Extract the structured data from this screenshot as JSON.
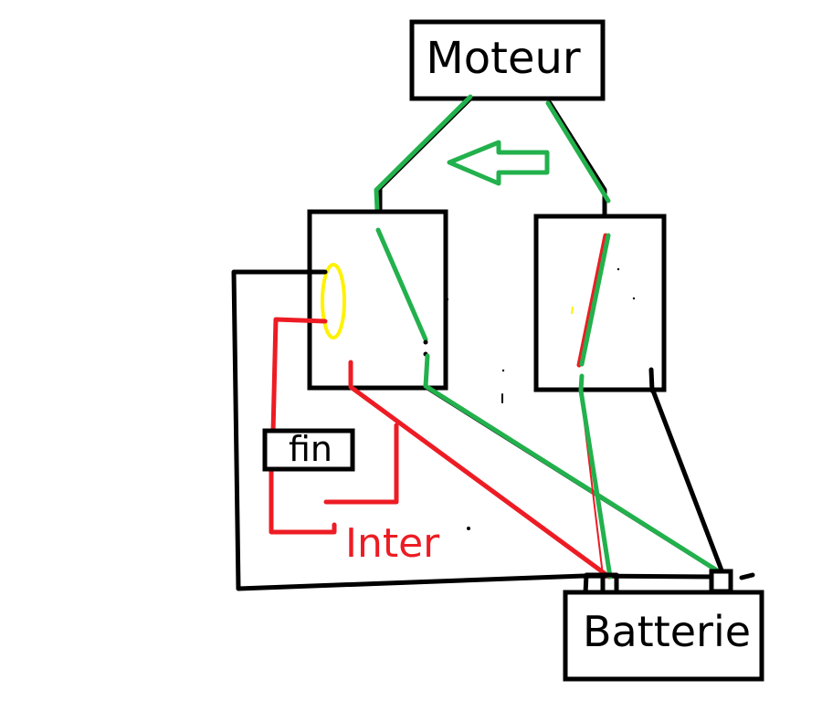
{
  "diagram": {
    "type": "wiring-sketch",
    "colors": {
      "wire_black": "#000000",
      "wire_green": "#22b14c",
      "wire_red": "#ed1c24",
      "coil_yellow": "#fff200",
      "background": "#ffffff"
    },
    "labels": {
      "motor": "Moteur",
      "battery": "Batterie",
      "end_switch": "fin",
      "switch": "Inter"
    },
    "nodes": [
      {
        "id": "motor",
        "label": "Moteur"
      },
      {
        "id": "relay-left",
        "label": ""
      },
      {
        "id": "relay-right",
        "label": ""
      },
      {
        "id": "end-switch",
        "label": "fin"
      },
      {
        "id": "battery",
        "label": "Batterie"
      }
    ],
    "annotations": [
      {
        "id": "direction-arrow",
        "direction": "left",
        "color": "#22b14c"
      },
      {
        "id": "relay-coil",
        "shape": "ellipse",
        "color": "#fff200"
      },
      {
        "id": "switch-label",
        "text": "Inter",
        "color": "#ed1c24"
      }
    ]
  }
}
